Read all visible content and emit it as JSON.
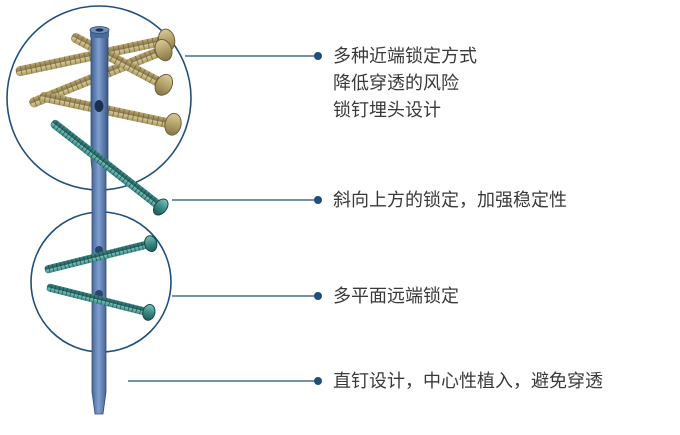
{
  "callouts": [
    {
      "id": "upper-circle",
      "lines": [
        "多种近端锁定方式",
        "降低穿透的风险",
        "锁钉埋头设计"
      ]
    },
    {
      "id": "oblique",
      "lines": [
        "斜向上方的锁定，加强稳定性"
      ]
    },
    {
      "id": "lower-circle",
      "lines": [
        "多平面远端锁定"
      ]
    },
    {
      "id": "nail-shaft",
      "lines": [
        "直钉设计，中心性植入，避免穿透"
      ]
    }
  ],
  "colors": {
    "nail": "#5b7fb4",
    "nail_dark": "#3f5f90",
    "screw_gold": "#b9a874",
    "screw_teal": "#3d8a86",
    "circle_stroke": "#1f4f7a",
    "leader": "#1f4f7a",
    "text": "#3a3a3a"
  }
}
